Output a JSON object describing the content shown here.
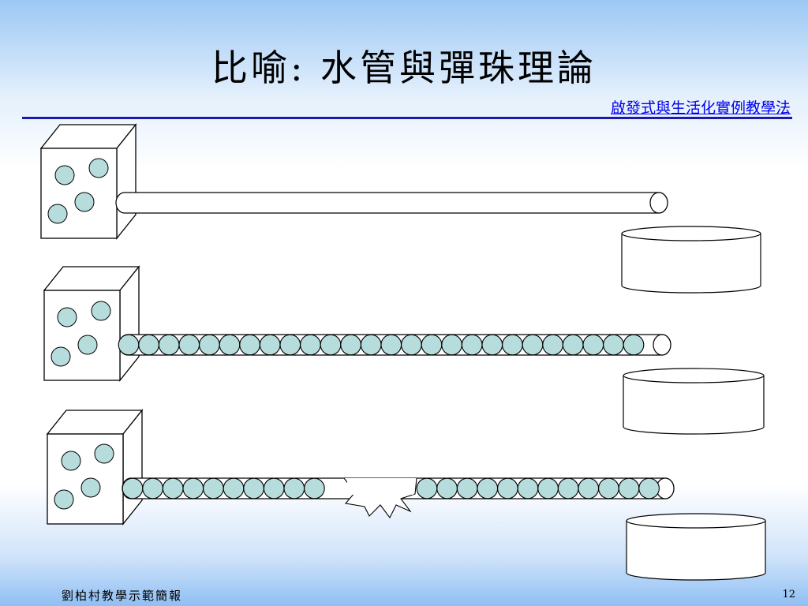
{
  "slide": {
    "title": "比喻: 水管與彈珠理論",
    "subtitle_link": "啟發式與生活化實例教學法",
    "footer_left": "劉柏村教學示範簡報",
    "page_number": "12"
  },
  "colors": {
    "ball_fill": "#b7dcdc",
    "rule": "#1a1ab0",
    "link": "#0000ee"
  }
}
